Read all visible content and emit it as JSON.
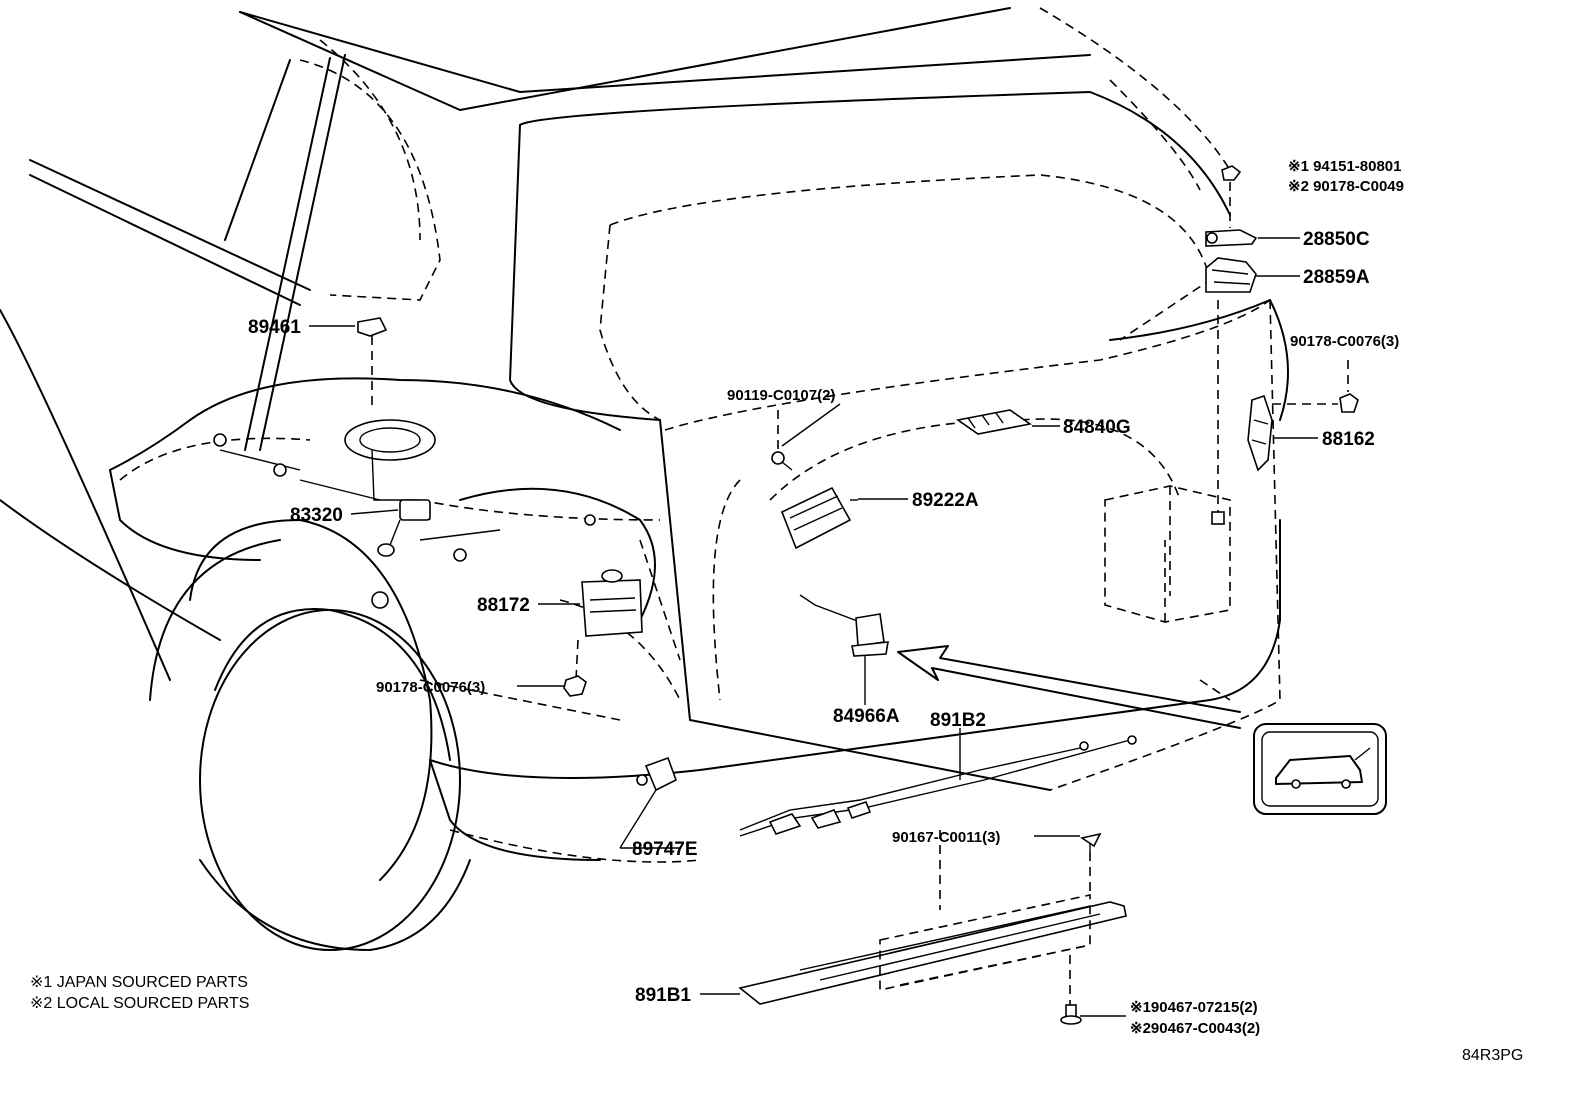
{
  "parts": {
    "p89461": "89461",
    "p83320": "83320",
    "p88172": "88172",
    "p90178_left": "90178-C0076(3)",
    "p90119": "90119-C0107(2)",
    "p89222A": "89222A",
    "p84840G": "84840G",
    "p84966A": "84966A",
    "p891B2": "891B2",
    "p89747E": "89747E",
    "p90167": "90167-C0011(3)",
    "p891B1": "891B1",
    "p94151": "※1 94151-80801",
    "p90178_C0049": "※2 90178-C0049",
    "p28850C": "28850C",
    "p28859A": "28859A",
    "p90178_right": "90178-C0076(3)",
    "p88162": "88162",
    "p90467_1": "※190467-07215(2)",
    "p90467_2": "※290467-C0043(2)"
  },
  "notes": {
    "japan": "※1 JAPAN SOURCED PARTS",
    "local": "※2 LOCAL SOURCED PARTS"
  },
  "drawing_code": "84R3PG",
  "view_icon": "rear-car-view-icon"
}
